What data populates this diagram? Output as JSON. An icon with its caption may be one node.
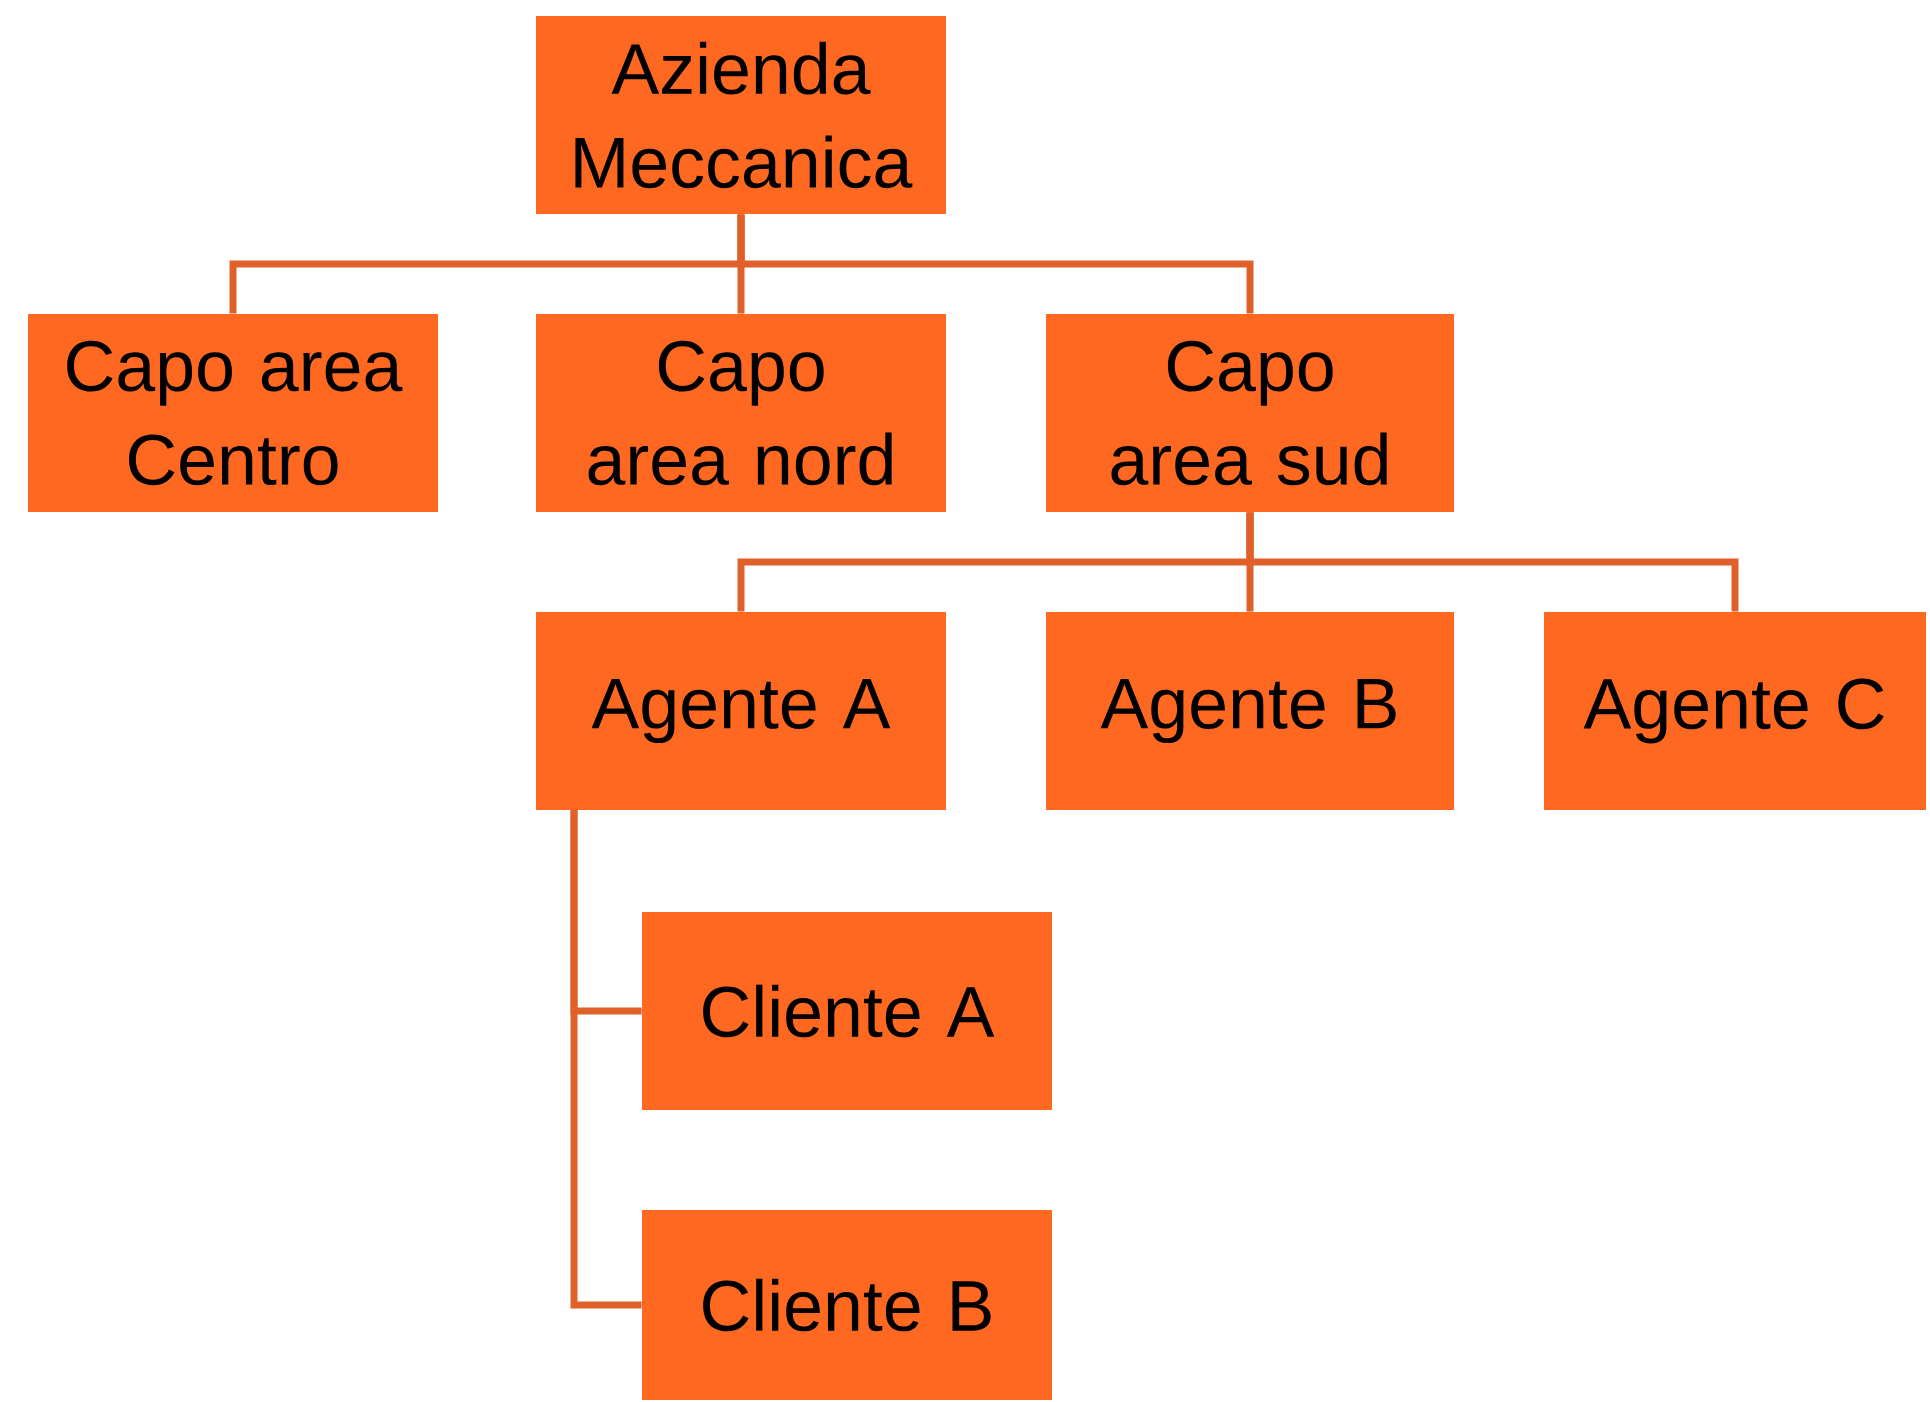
{
  "diagram": {
    "nodes": [
      {
        "text": [
          "Azienda Meccanica"
        ]
      },
      {
        "text": [
          "Capo area Centro"
        ]
      },
      {
        "text": [
          "Capo area nord"
        ]
      },
      {
        "text": [
          "Capo area sud"
        ]
      },
      {
        "text": [
          "Agente A"
        ]
      },
      {
        "text": [
          "Agente B"
        ]
      },
      {
        "text": [
          "Agente C"
        ]
      },
      {
        "text": [
          "Cliente A"
        ]
      },
      {
        "text": [
          "Cliente B"
        ]
      }
    ],
    "edges": [
      {
        "from": 0,
        "to": 1,
        "arrow": "none"
      },
      {
        "from": 0,
        "to": 2,
        "arrow": "none"
      },
      {
        "from": 0,
        "to": 3,
        "arrow": "none"
      },
      {
        "from": 3,
        "to": 4,
        "arrow": "none"
      },
      {
        "from": 3,
        "to": 5,
        "arrow": "none"
      },
      {
        "from": 3,
        "to": 6,
        "arrow": "none"
      },
      {
        "from": 4,
        "to": 7,
        "arrow": "none"
      },
      {
        "from": 4,
        "to": 8,
        "arrow": "none"
      }
    ]
  }
}
